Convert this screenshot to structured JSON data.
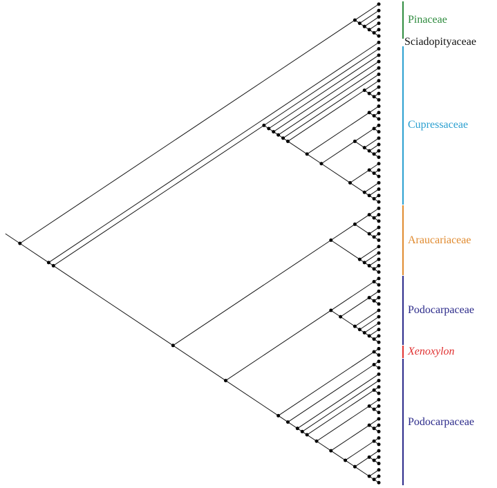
{
  "groups": [
    {
      "label": "Pinaceae",
      "color": "#2e8b3e",
      "italic": false,
      "first": 0,
      "last": 5,
      "bar": true
    },
    {
      "label": "Sciadopityaceae",
      "color": "#111111",
      "italic": false,
      "first": 6,
      "last": 6,
      "bar": false
    },
    {
      "label": "Cupressaceae",
      "color": "#2a9fd0",
      "italic": false,
      "first": 7,
      "last": 31,
      "bar": true
    },
    {
      "label": "Araucariaceae",
      "color": "#e08a2e",
      "italic": false,
      "first": 32,
      "last": 42,
      "bar": true
    },
    {
      "label": "Podocarpaceae",
      "color": "#2b2a8a",
      "italic": false,
      "first": 43,
      "last": 53,
      "bar": true
    },
    {
      "label": "Xenoxylon",
      "color": "#e03030",
      "italic": true,
      "first": 54,
      "last": 55,
      "bar": true
    },
    {
      "label": "Podocarpaceae",
      "color": "#2b2a8a",
      "italic": false,
      "first": 56,
      "last": 75,
      "bar": true
    }
  ],
  "leaf_count": 76,
  "tree": [
    [
      0,
      [
        1,
        [
          2,
          [
            3,
            [
              4,
              5
            ]
          ]
        ]
      ]
    ],
    [
      6,
      [
        [
          7,
          [
            8,
            [
              9,
              [
                10,
                [
                  11,
                  [
                    [
                      12,
                      [
                        13,
                        [
                          14,
                          15
                        ]
                      ]
                    ],
                    [
                      [
                        16,
                        [
                          17,
                          18
                        ]
                      ],
                      [
                        [
                          [
                            19,
                            20
                          ],
                          [
                            21,
                            [
                              22,
                              [
                                23,
                                24
                              ]
                            ]
                          ]
                        ],
                        [
                          [
                            25,
                            [
                              26,
                              27
                            ]
                          ],
                          [
                            28,
                            [
                              29,
                              [
                                30,
                                31
                              ]
                            ]
                          ]
                        ]
                      ]
                    ]
                  ]
                ]
              ]
            ]
          ]
        ],
        [
          [
            [
              [
                32,
                [
                  33,
                  34
                ]
              ],
              [
                35,
                [
                  36,
                  37
                ]
              ]
            ],
            [
              38,
              [
                39,
                [
                  40,
                  [
                    41,
                    42
                  ]
                ]
              ]
            ]
          ],
          [
            [
              [
                43,
                44
              ],
              [
                [
                  45,
                  [
                    46,
                    47
                  ]
                ],
                [
                  48,
                  [
                    49,
                    [
                      50,
                      [
                        51,
                        [
                          52,
                          53
                        ]
                      ]
                    ]
                  ]
                ]
              ]
            ],
            [
              [
                54,
                55
              ],
              [
                [
                  56,
                  57
                ],
                [
                  58,
                  [
                    59,
                    [
                      [
                        60,
                        61
                      ],
                      [
                        [
                          62,
                          [
                            63,
                            64
                          ]
                        ],
                        [
                          [
                            65,
                            [
                              66,
                              67
                            ]
                          ],
                          [
                            [
                              68,
                              69
                            ],
                            [
                              [
                                70,
                                [
                                  71,
                                  72
                                ]
                              ],
                              [
                                73,
                                [
                                  74,
                                  75
                                ]
                              ]
                            ]
                          ]
                        ]
                      ]
                    ]
                  ]
                ]
              ]
            ]
          ]
        ]
      ]
    ]
  ]
}
